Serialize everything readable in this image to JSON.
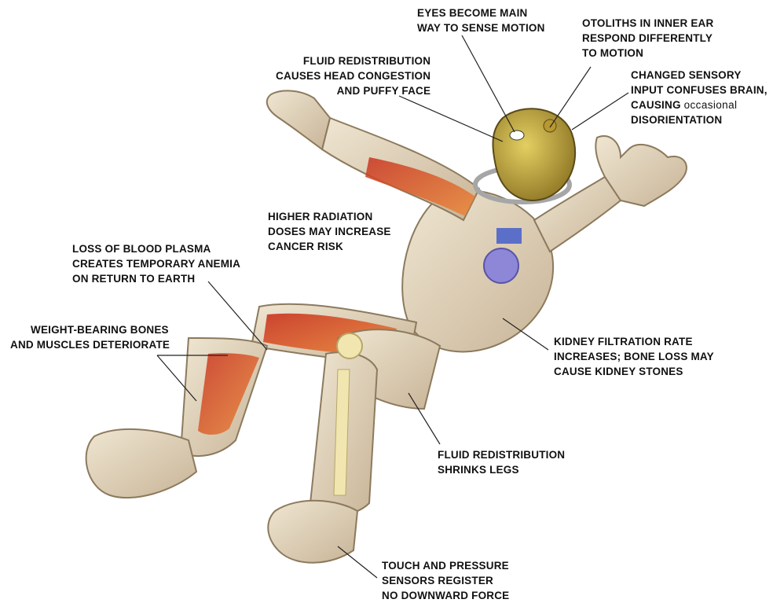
{
  "labels": {
    "eyes": [
      "EYES BECOME MAIN",
      "WAY TO SENSE MOTION"
    ],
    "otoliths": [
      "OTOLITHS IN INNER EAR",
      "RESPOND DIFFERENTLY",
      "TO MOTION"
    ],
    "fluid_head": [
      "FLUID REDISTRIBUTION",
      "CAUSES HEAD CONGESTION",
      "AND  PUFFY FACE"
    ],
    "sensory": [
      "CHANGED SENSORY",
      "INPUT CONFUSES BRAIN,",
      "CAUSING",
      "occasional",
      "DISORIENTATION"
    ],
    "radiation": [
      "HIGHER RADIATION",
      "DOSES MAY INCREASE",
      "CANCER RISK"
    ],
    "plasma": [
      "LOSS OF BLOOD PLASMA",
      "CREATES TEMPORARY ANEMIA",
      "ON RETURN TO EARTH"
    ],
    "bones": [
      "WEIGHT-BEARING BONES",
      "AND MUSCLES DETERIORATE"
    ],
    "kidney": [
      "KIDNEY FILTRATION RATE",
      "INCREASES; BONE LOSS MAY",
      "CAUSE KIDNEY STONES"
    ],
    "fluid_legs": [
      "FLUID REDISTRIBUTION",
      "SHRINKS LEGS"
    ],
    "touch": [
      "TOUCH AND PRESSURE",
      "SENSORS REGISTER",
      "NO DOWNWARD FORCE"
    ]
  },
  "colors": {
    "suit": "#e7dcc6",
    "suit_shade": "#c9b79a",
    "muscle": "#d9432a",
    "muscle_light": "#ea7a3c",
    "skin": "#d6b84a",
    "skeleton": "#f2e6b0",
    "line": "#222222"
  }
}
